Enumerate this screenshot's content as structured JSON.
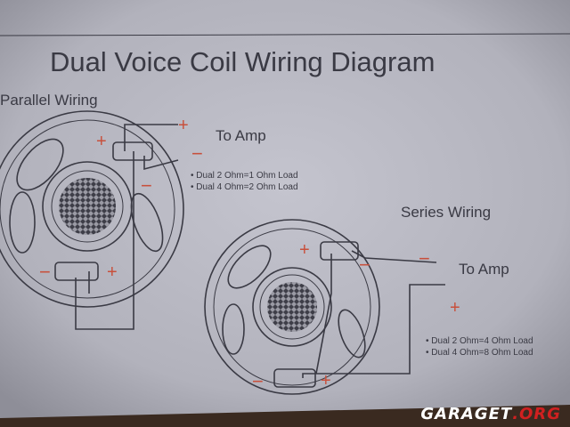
{
  "title": "Dual Voice Coil Wiring Diagram",
  "parallel": {
    "heading": "Parallel Wiring",
    "amp_label": "To Amp",
    "plus": "+",
    "minus": "−",
    "notes": [
      "• Dual 2 Ohm=1 Ohm Load",
      "• Dual 4 Ohm=2 Ohm Load"
    ]
  },
  "series": {
    "heading": "Series Wiring",
    "amp_label": "To Amp",
    "plus": "+",
    "minus": "−",
    "notes": [
      "• Dual 2 Ohm=4 Ohm Load",
      "• Dual 4 Ohm=8 Ohm Load"
    ]
  },
  "watermark": {
    "main": "GARAGET",
    "suffix": ".ORG"
  },
  "colors": {
    "paper": "#b9b9c3",
    "ink": "#3a3a44",
    "polarity": "#c8503c"
  }
}
